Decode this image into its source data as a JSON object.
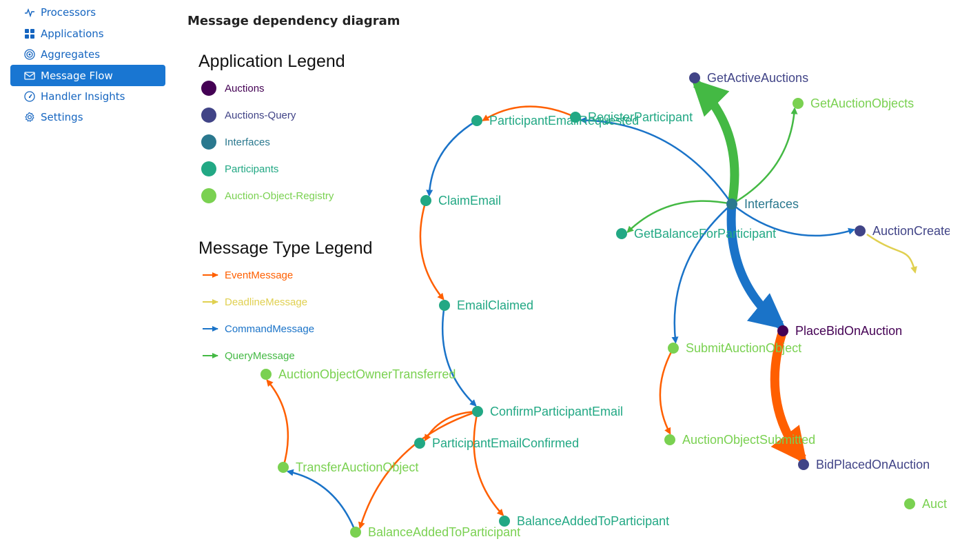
{
  "sidebar": {
    "items": [
      {
        "label": "Processors",
        "icon": "pulse-icon",
        "active": false
      },
      {
        "label": "Applications",
        "icon": "grid-icon",
        "active": false
      },
      {
        "label": "Aggregates",
        "icon": "target-icon",
        "active": false
      },
      {
        "label": "Message Flow",
        "icon": "envelope-icon",
        "active": true
      },
      {
        "label": "Handler Insights",
        "icon": "gauge-icon",
        "active": false
      },
      {
        "label": "Settings",
        "icon": "gear-icon",
        "active": false
      }
    ]
  },
  "page": {
    "title": "Message dependency diagram"
  },
  "app_legend": {
    "title": "Application Legend",
    "items": [
      {
        "label": "Auctions",
        "color": "#440154"
      },
      {
        "label": "Auctions-Query",
        "color": "#414487"
      },
      {
        "label": "Interfaces",
        "color": "#2a788e"
      },
      {
        "label": "Participants",
        "color": "#22a884"
      },
      {
        "label": "Auction-Object-Registry",
        "color": "#7ad151"
      }
    ]
  },
  "type_legend": {
    "title": "Message Type Legend",
    "items": [
      {
        "label": "EventMessage",
        "color": "#ff5f00"
      },
      {
        "label": "DeadlineMessage",
        "color": "#e0d050"
      },
      {
        "label": "CommandMessage",
        "color": "#1a73c8"
      },
      {
        "label": "QueryMessage",
        "color": "#44b944"
      }
    ]
  },
  "nodes": [
    {
      "id": "getactiveauctions",
      "label": "GetActiveAuctions",
      "app": 1
    },
    {
      "id": "getauctionobjects",
      "label": "GetAuctionObjects",
      "app": 4
    },
    {
      "id": "participantemailrequested",
      "label": "ParticipantEmailRequested",
      "app": 3
    },
    {
      "id": "registerparticipant",
      "label": "RegisterParticipant",
      "app": 3
    },
    {
      "id": "interfaces",
      "label": "Interfaces",
      "app": 2
    },
    {
      "id": "getbalanceforparticipant",
      "label": "GetBalanceForParticipant",
      "app": 3
    },
    {
      "id": "auctioncreated",
      "label": "AuctionCreated",
      "app": 1
    },
    {
      "id": "claimemail",
      "label": "ClaimEmail",
      "app": 3
    },
    {
      "id": "emailclaimed",
      "label": "EmailClaimed",
      "app": 3
    },
    {
      "id": "placebidonauction",
      "label": "PlaceBidOnAuction",
      "app": 0
    },
    {
      "id": "submitauctionobject",
      "label": "SubmitAuctionObject",
      "app": 4
    },
    {
      "id": "auctionobjectownertransferred",
      "label": "AuctionObjectOwnerTransferred",
      "app": 4
    },
    {
      "id": "confirmparticipantemail",
      "label": "ConfirmParticipantEmail",
      "app": 3
    },
    {
      "id": "participantemailconfirmed",
      "label": "ParticipantEmailConfirmed",
      "app": 3
    },
    {
      "id": "auctionobjectsubmitted",
      "label": "AuctionObjectSubmitted",
      "app": 4
    },
    {
      "id": "transferauctionobject",
      "label": "TransferAuctionObject",
      "app": 4
    },
    {
      "id": "bidplacedonauction",
      "label": "BidPlacedOnAuction",
      "app": 1
    },
    {
      "id": "balanceaddedtoparticipant-a",
      "label": "BalanceAddedToParticipant",
      "app": 3
    },
    {
      "id": "auct",
      "label": "Auct",
      "app": 4
    },
    {
      "id": "balanceaddedtoparticipant-b",
      "label": "BalanceAddedToParticipant",
      "app": 4
    }
  ],
  "edges": [
    {
      "from": "interfaces",
      "to": "getactiveauctions",
      "type": 3,
      "weight": 3
    },
    {
      "from": "interfaces",
      "to": "getauctionobjects",
      "type": 3,
      "weight": 1
    },
    {
      "from": "interfaces",
      "to": "getbalanceforparticipant",
      "type": 3,
      "weight": 1
    },
    {
      "from": "interfaces",
      "to": "registerparticipant",
      "type": 2,
      "weight": 1
    },
    {
      "from": "interfaces",
      "to": "auctioncreated",
      "type": 2,
      "weight": 1
    },
    {
      "from": "interfaces",
      "to": "placebidonauction",
      "type": 2,
      "weight": 3
    },
    {
      "from": "interfaces",
      "to": "submitauctionobject",
      "type": 2,
      "weight": 1
    },
    {
      "from": "registerparticipant",
      "to": "participantemailrequested",
      "type": 0,
      "weight": 1
    },
    {
      "from": "participantemailrequested",
      "to": "claimemail",
      "type": 2,
      "weight": 1
    },
    {
      "from": "claimemail",
      "to": "emailclaimed",
      "type": 0,
      "weight": 1
    },
    {
      "from": "emailclaimed",
      "to": "confirmparticipantemail",
      "type": 2,
      "weight": 1
    },
    {
      "from": "confirmparticipantemail",
      "to": "participantemailconfirmed",
      "type": 0,
      "weight": 1
    },
    {
      "from": "confirmparticipantemail",
      "to": "balanceaddedtoparticipant-a",
      "type": 0,
      "weight": 1
    },
    {
      "from": "confirmparticipantemail",
      "to": "balanceaddedtoparticipant-b",
      "type": 0,
      "weight": 1
    },
    {
      "from": "placebidonauction",
      "to": "bidplacedonauction",
      "type": 0,
      "weight": 3
    },
    {
      "from": "submitauctionobject",
      "to": "auctionobjectsubmitted",
      "type": 0,
      "weight": 1
    },
    {
      "from": "balanceaddedtoparticipant-b",
      "to": "transferauctionobject",
      "type": 2,
      "weight": 1
    },
    {
      "from": "transferauctionobject",
      "to": "auctionobjectownertransferred",
      "type": 0,
      "weight": 1
    },
    {
      "from": "auctioncreated",
      "to": "auctioncreated",
      "type": 1,
      "weight": 1
    }
  ]
}
